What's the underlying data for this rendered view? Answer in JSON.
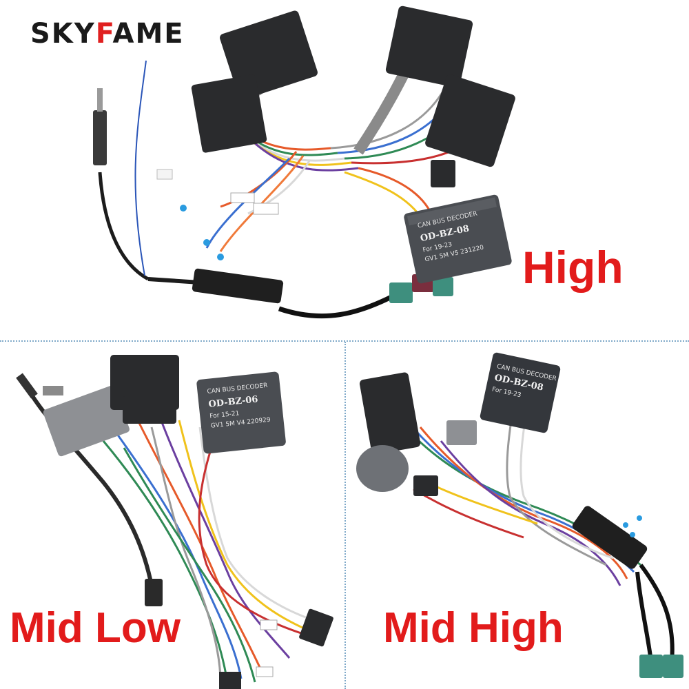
{
  "brand": {
    "part1": "SKY",
    "part2": "F",
    "part3": "AME"
  },
  "labels": {
    "high": "High",
    "mid_low": "Mid Low",
    "mid_high": "Mid High"
  },
  "decoders": {
    "high": {
      "line1": "CAN BUS DECODER",
      "line2": "OD-BZ-08",
      "line3": "For 19-23",
      "line4": "GV1 5M V5 231220"
    },
    "mid_low": {
      "line1": "CAN BUS DECODER",
      "line2": "OD-BZ-06",
      "line3": "For 15-21",
      "line4": "GV1 5M V4 220929"
    },
    "mid_high": {
      "line1": "CAN BUS DECODER",
      "line2": "OD-BZ-08",
      "line3": "For 19-23"
    }
  },
  "colors": {
    "brand_red": "#e21b1b",
    "connector_dark": "#2a2b2d",
    "decoder_grey": "#4a4d52",
    "fakra_green": "#3e8f7e"
  }
}
